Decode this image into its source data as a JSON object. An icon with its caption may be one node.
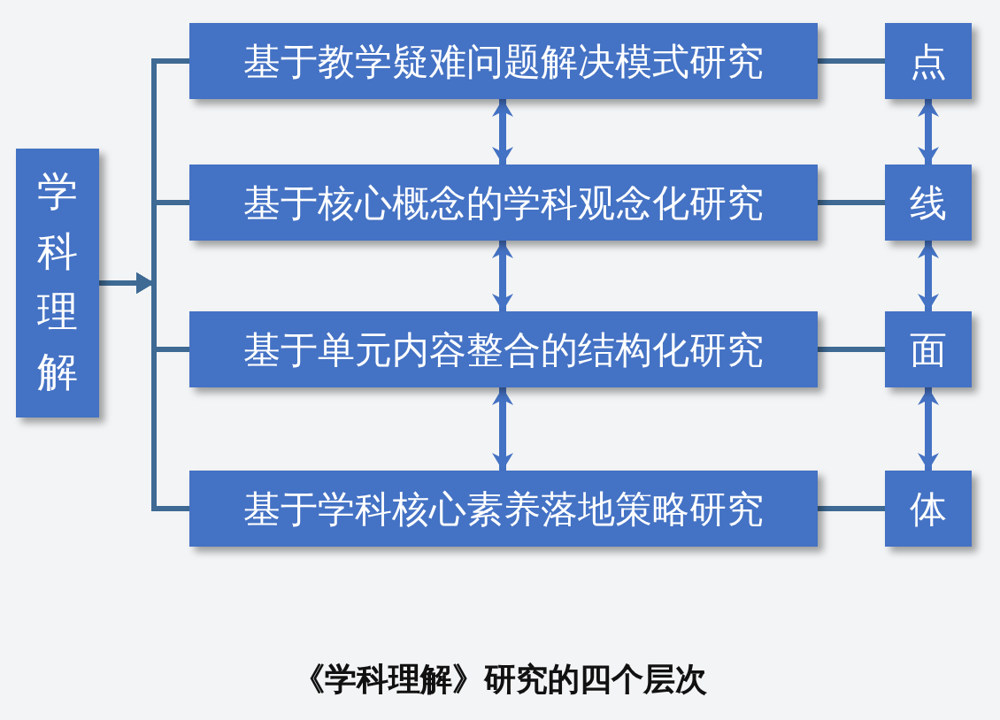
{
  "diagram": {
    "caption": "《学科理解》研究的四个层次",
    "nodes": [
      {
        "text": [
          "学科理解"
        ]
      },
      {
        "text": [
          "基于教学疑难问题解决模式研究"
        ]
      },
      {
        "text": [
          "基于核心概念的学科观念化研究"
        ]
      },
      {
        "text": [
          "基于单元内容整合的结构化研究"
        ]
      },
      {
        "text": [
          "基于学科核心素养落地策略研究"
        ]
      },
      {
        "text": [
          "点"
        ]
      },
      {
        "text": [
          "线"
        ]
      },
      {
        "text": [
          "面"
        ]
      },
      {
        "text": [
          "体"
        ]
      }
    ],
    "edges": [
      {
        "from": 0,
        "to": 1,
        "arrow": "to"
      },
      {
        "from": 0,
        "to": 2,
        "arrow": "to"
      },
      {
        "from": 0,
        "to": 3,
        "arrow": "to"
      },
      {
        "from": 0,
        "to": 4,
        "arrow": "to"
      },
      {
        "from": 1,
        "to": 2,
        "arrow": "both"
      },
      {
        "from": 2,
        "to": 3,
        "arrow": "both"
      },
      {
        "from": 3,
        "to": 4,
        "arrow": "both"
      },
      {
        "from": 1,
        "to": 5,
        "arrow": "none"
      },
      {
        "from": 2,
        "to": 6,
        "arrow": "none"
      },
      {
        "from": 3,
        "to": 7,
        "arrow": "none"
      },
      {
        "from": 4,
        "to": 8,
        "arrow": "none"
      },
      {
        "from": 5,
        "to": 6,
        "arrow": "both"
      },
      {
        "from": 6,
        "to": 7,
        "arrow": "both"
      },
      {
        "from": 7,
        "to": 8,
        "arrow": "both"
      }
    ]
  }
}
